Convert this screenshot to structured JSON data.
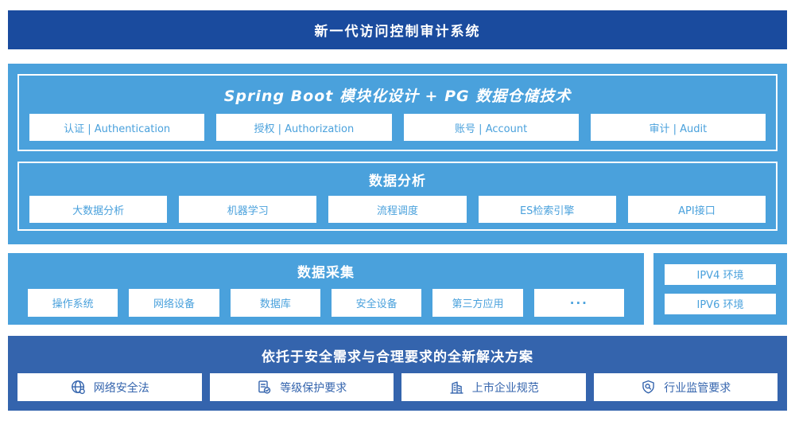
{
  "colors": {
    "banner_blue": "#1a4b9e",
    "light_blue": "#4aa1dc",
    "solution_blue": "#3464ad",
    "card_bg": "#ffffff"
  },
  "banner": {
    "title": "新一代访问控制审计系统"
  },
  "platform": {
    "title": "Spring Boot 模块化设计 + PG 数据仓储技术",
    "modules": [
      "认证 | Authentication",
      "授权 | Authorization",
      "账号 | Account",
      "审计 | Audit"
    ]
  },
  "analysis": {
    "title": "数据分析",
    "items": [
      "大数据分析",
      "机器学习",
      "流程调度",
      "ES检索引擎",
      "API接口"
    ]
  },
  "collection": {
    "title": "数据采集",
    "items": [
      "操作系统",
      "网络设备",
      "数据库",
      "安全设备",
      "第三方应用",
      "···"
    ]
  },
  "environments": {
    "items": [
      "IPV4 环境",
      "IPV6 环境"
    ]
  },
  "solution": {
    "title": "依托于安全需求与合理要求的全新解决方案",
    "items": [
      {
        "icon": "globe-icon",
        "label": "网络安全法"
      },
      {
        "icon": "document-check-icon",
        "label": "等级保护要求"
      },
      {
        "icon": "building-icon",
        "label": "上市企业规范"
      },
      {
        "icon": "shield-search-icon",
        "label": "行业监管要求"
      }
    ]
  }
}
